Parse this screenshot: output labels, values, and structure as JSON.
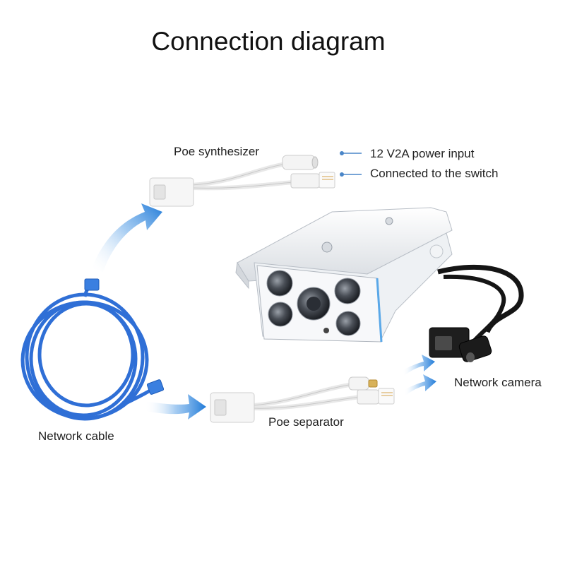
{
  "title": "Connection diagram",
  "labels": {
    "poe_synthesizer": "Poe synthesizer",
    "power_input": "12 V2A power input",
    "connected_switch": "Connected to the switch",
    "network_camera": "Network camera",
    "poe_separator": "Poe separator",
    "network_cable": "Network cable"
  },
  "colors": {
    "arrow_blue": "#2b86d8",
    "cable_blue": "#2f6fd6",
    "bullet_blue": "#4a86c8",
    "camera_body": "#f2f4f6",
    "connector_white": "#f4f4f4"
  },
  "icons": [
    "arrow-icon",
    "cable-coil-icon",
    "poe-splitter-icon",
    "camera-icon"
  ]
}
